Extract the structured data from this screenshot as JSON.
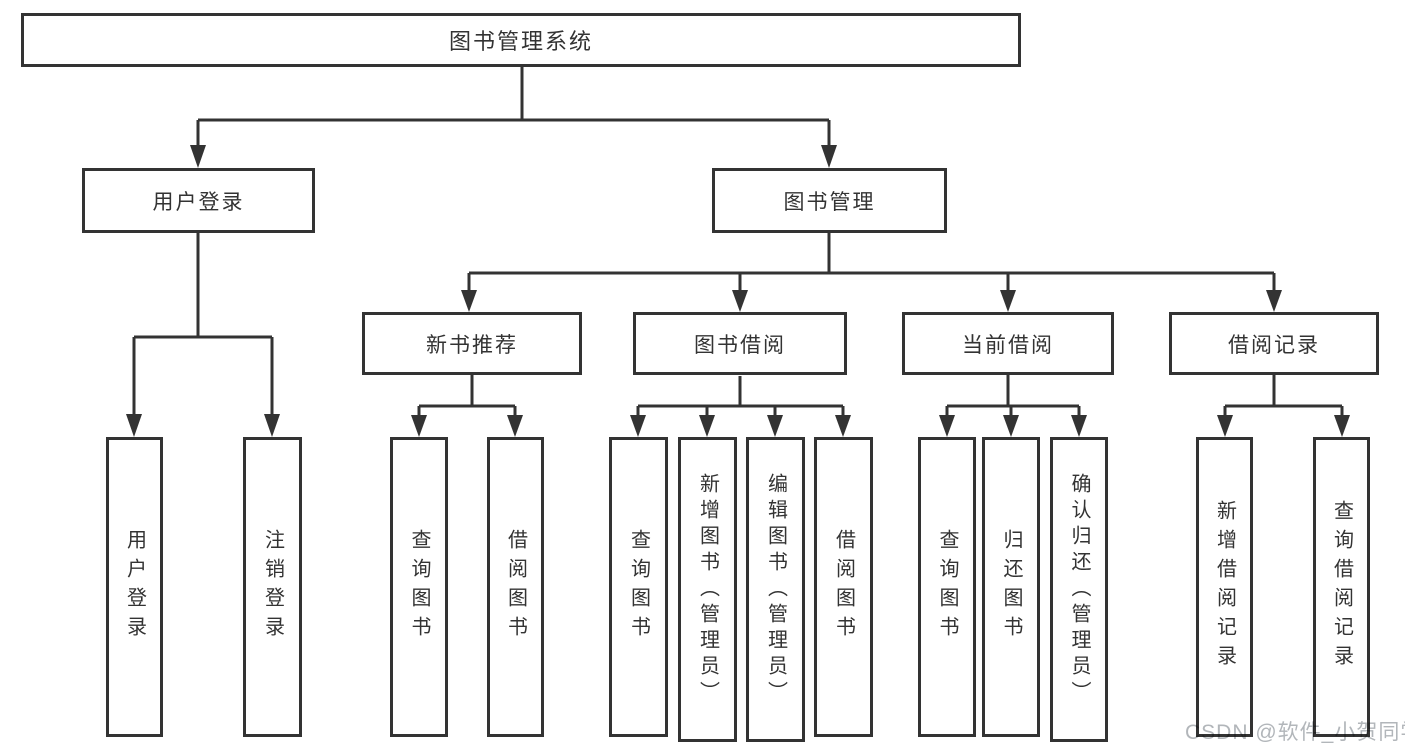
{
  "page": {
    "background": "#ffffff"
  },
  "colors": {
    "line": "#333333",
    "box_border": "#333333",
    "text": "#333333",
    "watermark": "#b2b6ba"
  },
  "watermark": {
    "text": "CSDN @软件_小贺同学"
  },
  "tree": {
    "root": {
      "label": "图书管理系统"
    },
    "level2": [
      {
        "label": "用户登录"
      },
      {
        "label": "图书管理"
      }
    ],
    "level3": [
      {
        "label": "新书推荐"
      },
      {
        "label": "图书借阅"
      },
      {
        "label": "当前借阅"
      },
      {
        "label": "借阅记录"
      }
    ],
    "leaves": {
      "user_login": [
        "用户登录",
        "注销登录"
      ],
      "new_book_recommend": [
        "查询图书",
        "借阅图书"
      ],
      "book_borrowing": [
        "查询图书",
        "新增图书（管理员）",
        "编辑图书（管理员）",
        "借阅图书"
      ],
      "current_borrowing": [
        "查询图书",
        "归还图书",
        "确认归还（管理员）"
      ],
      "borrowing_records": [
        "新增借阅记录",
        "查询借阅记录"
      ]
    }
  }
}
